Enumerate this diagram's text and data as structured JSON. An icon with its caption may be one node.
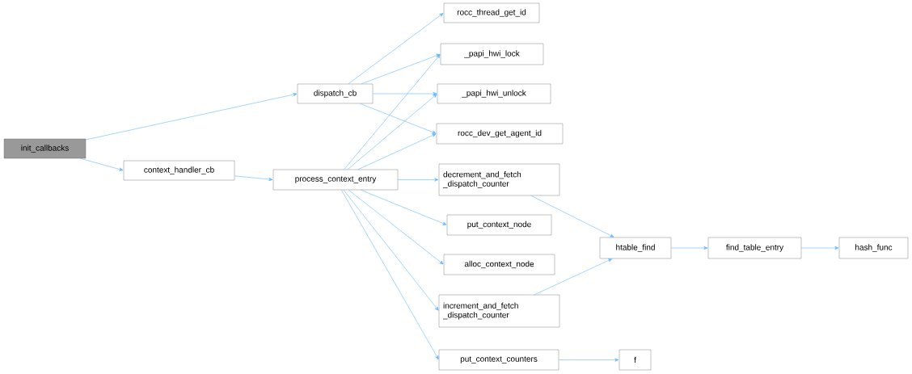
{
  "diagram": {
    "nodes": [
      {
        "text": [
          "init_callbacks"
        ]
      },
      {
        "text": [
          "dispatch_cb"
        ]
      },
      {
        "text": [
          "context_handler_cb"
        ]
      },
      {
        "text": [
          "rocc_thread_get_id"
        ]
      },
      {
        "text": [
          "_papi_hwi_lock"
        ]
      },
      {
        "text": [
          "_papi_hwi_unlock"
        ]
      },
      {
        "text": [
          "rocc_dev_get_agent_id"
        ]
      },
      {
        "text": [
          "process_context_entry"
        ]
      },
      {
        "text": [
          "decrement_and_fetch _dispatch_counter"
        ]
      },
      {
        "text": [
          "put_context_node"
        ]
      },
      {
        "text": [
          "alloc_context_node"
        ]
      },
      {
        "text": [
          "increment_and_fetch _dispatch_counter"
        ]
      },
      {
        "text": [
          "put_context_counters"
        ]
      },
      {
        "text": [
          "htable_find"
        ]
      },
      {
        "text": [
          "find_table_entry"
        ]
      },
      {
        "text": [
          "hash_func"
        ]
      },
      {
        "text": [
          "f"
        ]
      }
    ],
    "edges": [
      {
        "from": 0,
        "to": 1,
        "arrow": "to"
      },
      {
        "from": 0,
        "to": 2,
        "arrow": "to"
      },
      {
        "from": 1,
        "to": 3,
        "arrow": "to"
      },
      {
        "from": 1,
        "to": 4,
        "arrow": "to"
      },
      {
        "from": 1,
        "to": 5,
        "arrow": "to"
      },
      {
        "from": 1,
        "to": 6,
        "arrow": "to"
      },
      {
        "from": 2,
        "to": 7,
        "arrow": "to"
      },
      {
        "from": 7,
        "to": 4,
        "arrow": "to"
      },
      {
        "from": 7,
        "to": 5,
        "arrow": "to"
      },
      {
        "from": 7,
        "to": 6,
        "arrow": "to"
      },
      {
        "from": 7,
        "to": 8,
        "arrow": "to"
      },
      {
        "from": 7,
        "to": 9,
        "arrow": "to"
      },
      {
        "from": 7,
        "to": 10,
        "arrow": "to"
      },
      {
        "from": 7,
        "to": 11,
        "arrow": "to"
      },
      {
        "from": 7,
        "to": 12,
        "arrow": "to"
      },
      {
        "from": 8,
        "to": 13,
        "arrow": "to"
      },
      {
        "from": 11,
        "to": 13,
        "arrow": "to"
      },
      {
        "from": 13,
        "to": 14,
        "arrow": "to"
      },
      {
        "from": 14,
        "to": 15,
        "arrow": "to"
      },
      {
        "from": 12,
        "to": 16,
        "arrow": "to"
      }
    ]
  }
}
